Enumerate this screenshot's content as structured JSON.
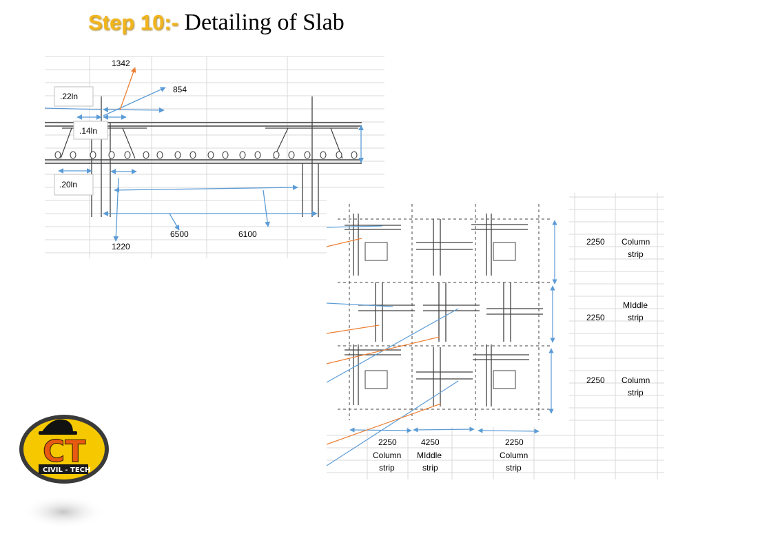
{
  "title": {
    "step": "Step 10:-",
    "text": "Detailing of Slab"
  },
  "section": {
    "labels": {
      "l1342": "1342",
      "l854": "854",
      "l22": ".22ln",
      "l14": ".14ln",
      "l20": ".20ln",
      "l6500": "6500",
      "l6100": "6100",
      "l1220": "1220"
    }
  },
  "plan": {
    "right_labels": [
      {
        "value": "2250",
        "line1": "Column",
        "line2": "strip"
      },
      {
        "value": "2250",
        "line1": "MIddle",
        "line2": "strip"
      },
      {
        "value": "2250",
        "line1": "Column",
        "line2": "strip"
      }
    ],
    "bottom_labels": [
      {
        "value": "2250",
        "line1": "Column",
        "line2": "strip"
      },
      {
        "value": "4250",
        "line1": "MIddle",
        "line2": "strip"
      },
      {
        "value": "2250",
        "line1": "Column",
        "line2": "strip"
      }
    ]
  },
  "logo": {
    "letters": "CT",
    "caption": "CIVIL - TECH"
  },
  "colors": {
    "title_accent": "#f2b51c",
    "arrow_blue": "#5b9bd5",
    "arrow_orange": "#ed7d31",
    "grid": "#d9d9d9",
    "logo_yellow": "#f5c800"
  }
}
